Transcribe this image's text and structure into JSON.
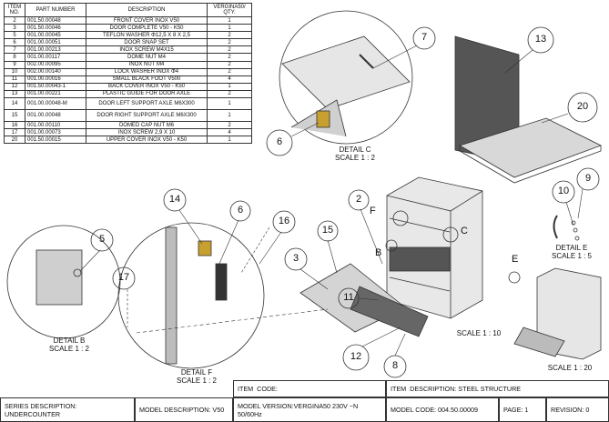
{
  "bom": {
    "headers": {
      "item": "ITEM NO.",
      "part": "PART NUMBER",
      "desc": "DESCRIPTION",
      "qty": "VERGINA50/ QTY."
    },
    "rows": [
      {
        "item": "2",
        "part": "001.50.00048",
        "desc": "FRONT COVER INOX V50",
        "qty": "1"
      },
      {
        "item": "3",
        "part": "001.50.00046",
        "desc": "DOOR COMPLETE V50 - K50",
        "qty": "1"
      },
      {
        "item": "5",
        "part": "001.00.00045",
        "desc": "TEFLON WASHER Φ12,5 X 8 X 2,5",
        "qty": "2"
      },
      {
        "item": "6",
        "part": "001.00.00051",
        "desc": "DOOR SNAP SET",
        "qty": "2"
      },
      {
        "item": "7",
        "part": "001.00.00213",
        "desc": "INOX SCREW M4X15",
        "qty": "2"
      },
      {
        "item": "8",
        "part": "001.00.00117",
        "desc": "DOME NUT M4",
        "qty": "2"
      },
      {
        "item": "9",
        "part": "002.00.00095",
        "desc": "INOX NUT M4",
        "qty": "2"
      },
      {
        "item": "10",
        "part": "002.00.00140",
        "desc": "LOCK WASHER INOX Φ4",
        "qty": "2"
      },
      {
        "item": "11",
        "part": "001.00.00016",
        "desc": "SMALL BLACK FOOT V500",
        "qty": "4"
      },
      {
        "item": "12",
        "part": "001.50.00043-1",
        "desc": "BACK COVER INOX V50 - K50",
        "qty": "1"
      },
      {
        "item": "13",
        "part": "001.00.00221",
        "desc": "PLASTIC GUIDE FOR DOOR AXLE",
        "qty": "2"
      },
      {
        "item": "14",
        "part": "001.00.00048-M",
        "desc": "DOOR LEFT SUPPORT AXLE M6X300",
        "qty": "1",
        "tall": true
      },
      {
        "item": "15",
        "part": "001.00.00048",
        "desc": "DOOR RIGHT SUPPORT AXLE M6X300",
        "qty": "1",
        "tall": true
      },
      {
        "item": "16",
        "part": "001.00.00110",
        "desc": "DOMED CAP NUT M6",
        "qty": "2"
      },
      {
        "item": "17",
        "part": "001.00.00073",
        "desc": "INOX SCREW 2,9 X 10",
        "qty": "4"
      },
      {
        "item": "20",
        "part": "001.50.00015",
        "desc": "UPPER COVER INOX V50 - K50",
        "qty": "1"
      }
    ]
  },
  "details": {
    "c": {
      "title": "DETAIL C",
      "scale": "SCALE 1 : 2"
    },
    "b": {
      "title": "DETAIL B",
      "scale": "SCALE 1 : 2"
    },
    "f": {
      "title": "DETAIL F",
      "scale": "SCALE 1 : 2"
    },
    "e": {
      "title": "DETAIL E",
      "scale": "SCALE 1 : 5"
    },
    "main_scale": "SCALE 1 : 10",
    "small_scale": "SCALE 1 : 20"
  },
  "balloons": [
    "2",
    "3",
    "5",
    "6",
    "6",
    "7",
    "8",
    "9",
    "10",
    "11",
    "12",
    "13",
    "14",
    "15",
    "16",
    "17",
    "20"
  ],
  "view_letters": {
    "b": "B",
    "c": "C",
    "e": "E",
    "f": "F"
  },
  "titleblock": {
    "item_code": "ITEM  CODE:",
    "item_description": "ITEM  DESCRIPTION: STEEL STRUCTURE",
    "series": "SERIES DESCRIPTION: UNDERCOUNTER",
    "model_desc": "MODEL DESCRIPTION: V50",
    "model_version": "MODEL VERSION:VERGINA50 230V ~N 50/60Hz",
    "model_code": "MODEL CODE: 004.50.00009",
    "page": "PAGE: 1",
    "revision": "REVISION: 0"
  }
}
